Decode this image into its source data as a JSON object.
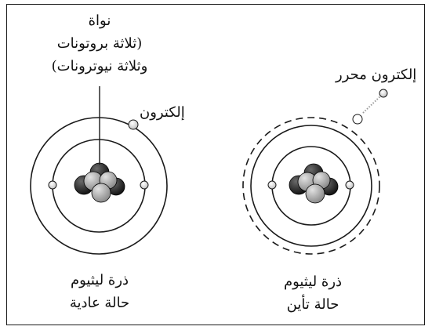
{
  "left_atom": {
    "nucleus_label": [
      "نواة",
      "(ثلاثة بروتونات",
      "وثلاثة نيوترونات)"
    ],
    "electron_label": "إلكترون",
    "caption": [
      "ذرة ليثيوم",
      "حالة عادية"
    ]
  },
  "right_atom": {
    "freed_electron_label": "إلكترون محرر",
    "caption": [
      "ذرة ليثيوم",
      "حالة تأين"
    ]
  }
}
